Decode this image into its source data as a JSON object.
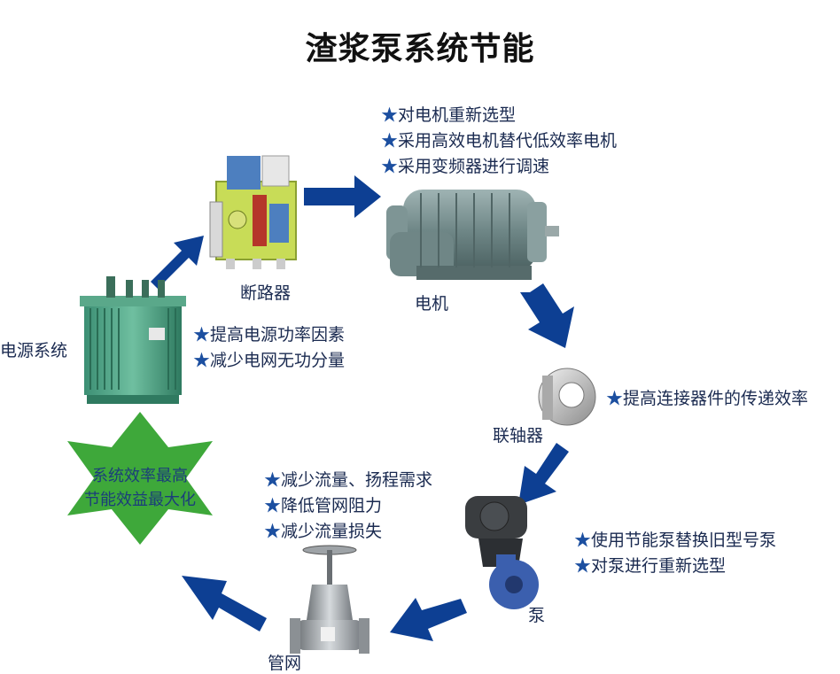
{
  "title": "渣浆泵系统节能",
  "components": {
    "breaker": "断路器",
    "motor": "电机",
    "coupling": "联轴器",
    "pump": "泵",
    "pipe": "管网",
    "power": "电源系统"
  },
  "notes": {
    "motor": [
      "对电机重新选型",
      "采用高效电机替代低效率电机",
      "采用变频器进行调速"
    ],
    "power": [
      "提高电源功率因素",
      "减少电网无功分量"
    ],
    "coupling": [
      "提高连接器件的传递效率"
    ],
    "pump": [
      "使用节能泵替换旧型号泵",
      "对泵进行重新选型"
    ],
    "pipe": [
      "减少流量、扬程需求",
      "降低管网阻力",
      "减少流量损失"
    ]
  },
  "goal": [
    "系统效率最高",
    "节能效益最大化"
  ],
  "colors": {
    "arrow": "#0d3f93",
    "star": "#3ea83a",
    "text": "#1a2a50"
  }
}
